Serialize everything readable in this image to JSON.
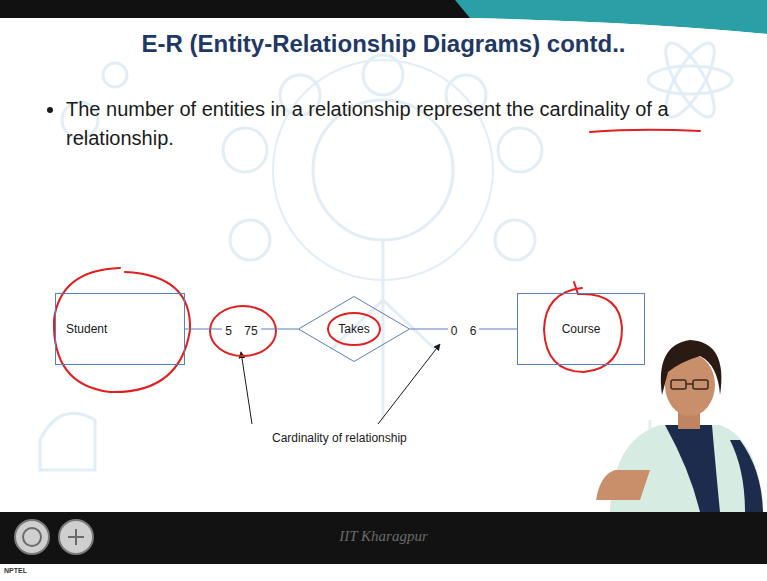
{
  "diagram": {
    "title": "E-R (Entity-Relationship Diagrams) contd..",
    "nodes": [
      {
        "text": [
          "Student"
        ]
      },
      {
        "text": [
          "Takes"
        ]
      },
      {
        "text": [
          "Course"
        ]
      }
    ],
    "edges": [
      {
        "from": 0,
        "to": 1,
        "arrow": "none",
        "label": "5 75"
      },
      {
        "from": 1,
        "to": 2,
        "arrow": "none",
        "label": "0 6"
      }
    ],
    "labels": [
      "The number of entities in a relationship represent the cardinality of a relationship.",
      "Cardinality of relationship",
      "IIT Kharagpur",
      "NPTEL"
    ]
  }
}
